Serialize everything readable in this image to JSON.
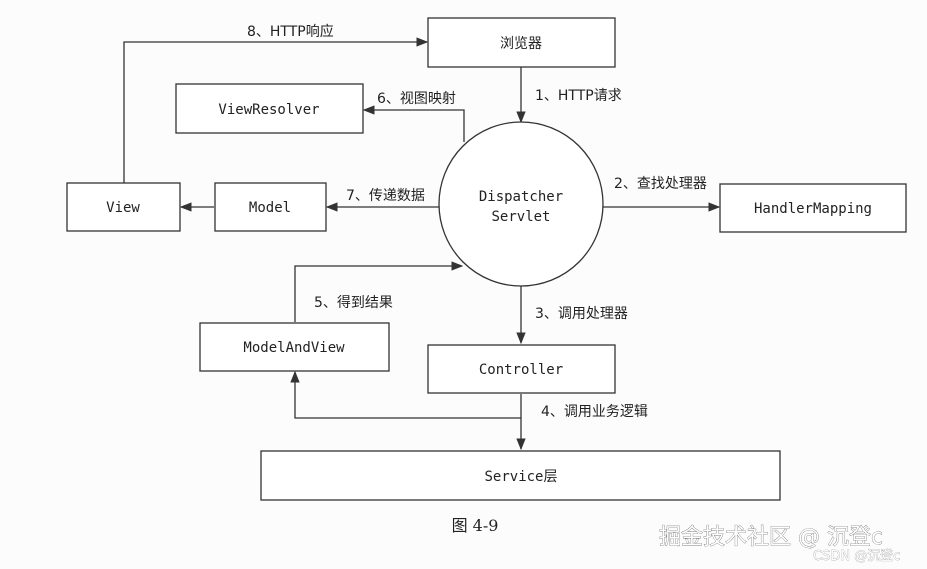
{
  "nodes": {
    "browser": "浏览器",
    "view_resolver": "ViewResolver",
    "view": "View",
    "model": "Model",
    "dispatcher_line1": "Dispatcher",
    "dispatcher_line2": "Servlet",
    "handler_mapping": "HandlerMapping",
    "model_and_view": "ModelAndView",
    "controller": "Controller",
    "service": "Service层"
  },
  "edges": {
    "http_response": "8、HTTP响应",
    "http_request": "1、HTTP请求",
    "view_mapping": "6、视图映射",
    "find_handler": "2、查找处理器",
    "pass_data": "7、传递数据",
    "get_result": "5、得到结果",
    "call_handler": "3、调用处理器",
    "call_business": "4、调用业务逻辑"
  },
  "caption": "图 4-9",
  "watermark": {
    "main": "掘金技术社区 @ 沉登c",
    "sub": "CSDN @沉登c"
  }
}
